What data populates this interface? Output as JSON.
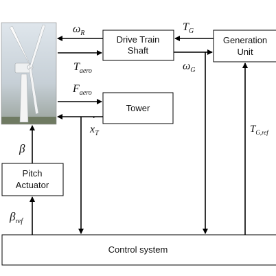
{
  "blocks": {
    "drive_train": [
      "Drive Train",
      "Shaft"
    ],
    "generation_unit": [
      "Generation",
      "Unit"
    ],
    "tower": "Tower",
    "pitch_actuator": [
      "Pitch",
      "Actuator"
    ],
    "control_system": "Control system"
  },
  "signals": {
    "omega_r": {
      "base": "ω",
      "sub": "R"
    },
    "t_aero": {
      "base": "T",
      "sub": "aero"
    },
    "t_g": {
      "base": "T",
      "sub": "G"
    },
    "omega_g": {
      "base": "ω",
      "sub": "G"
    },
    "f_aero": {
      "base": "F",
      "sub": "aero"
    },
    "x_t": {
      "base": "x",
      "accent": "˙",
      "sub": "T"
    },
    "beta": {
      "base": "β"
    },
    "beta_ref": {
      "base": "β",
      "sub": "ref"
    },
    "t_g_ref": {
      "base": "T",
      "sub": "G,ref"
    }
  },
  "image": {
    "subject": "wind-turbine-photo"
  }
}
